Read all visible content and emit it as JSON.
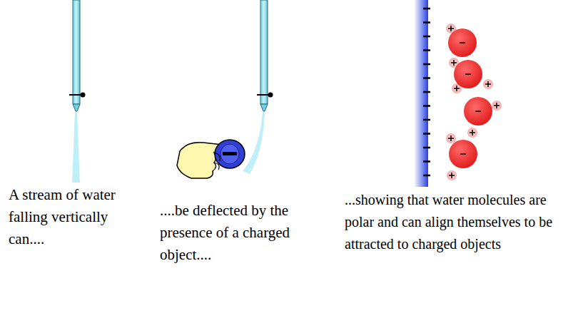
{
  "diagram": {
    "labels": [
      "A stream of water falling vertically can....",
      "....be deflected by the presence of a charged object....",
      "...showing that water molecules are polar and can align themselves to be attracted to charged objects"
    ]
  }
}
